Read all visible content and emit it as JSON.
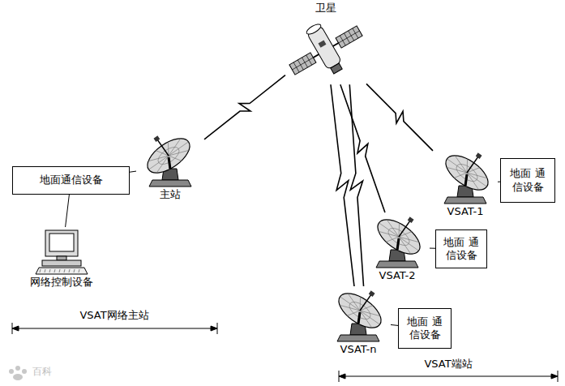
{
  "diagram": {
    "nodes": [
      {
        "text": [
          "卫星"
        ]
      },
      {
        "text": [
          "地面通信设备"
        ]
      },
      {
        "text": [
          "主站"
        ]
      },
      {
        "text": [
          "网络控制设备"
        ]
      },
      {
        "text": [
          "VSAT-1"
        ]
      },
      {
        "text": [
          "地面 通信设备"
        ]
      },
      {
        "text": [
          "VSAT-2"
        ]
      },
      {
        "text": [
          "地面 通信设备"
        ]
      },
      {
        "text": [
          "VSAT-n"
        ]
      },
      {
        "text": [
          "地面 通信设备"
        ]
      }
    ],
    "edges": [
      {
        "from": 1,
        "to": 2,
        "arrow": "none"
      },
      {
        "from": 1,
        "to": 3,
        "arrow": "none"
      },
      {
        "from": 0,
        "to": 2,
        "arrow": "none"
      },
      {
        "from": 0,
        "to": 4,
        "arrow": "none"
      },
      {
        "from": 0,
        "to": 6,
        "arrow": "none"
      },
      {
        "from": 0,
        "to": 8,
        "arrow": "none"
      },
      {
        "from": 0,
        "to": 8,
        "arrow": "none"
      },
      {
        "from": 4,
        "to": 5,
        "arrow": "none"
      },
      {
        "from": 6,
        "to": 7,
        "arrow": "none"
      },
      {
        "from": 8,
        "to": 9,
        "arrow": "none"
      }
    ],
    "labels": [
      "VSAT网络主站",
      "VSAT端站",
      "百科"
    ]
  }
}
